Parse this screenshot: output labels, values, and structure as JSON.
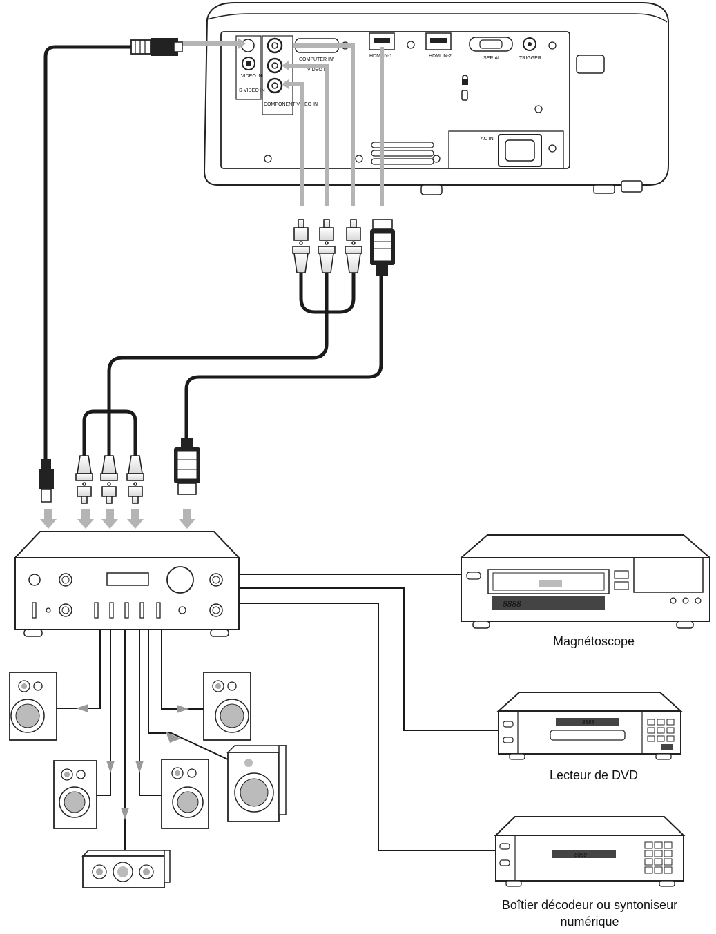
{
  "projector_ports": {
    "s_video_in": "S-VIDEO IN",
    "video_in": "VIDEO IN",
    "component_video_in": "COMPONENT VIDEO IN",
    "computer_in": "COMPUTER IN/",
    "component_sub": "VIDEO IN",
    "hdmi_in_1": "HDMI IN-1",
    "hdmi_in_2": "HDMI IN-2",
    "serial": "SERIAL",
    "trigger": "TRIGGER",
    "ac_in": "AC IN"
  },
  "devices": {
    "vcr_label": "Magnétoscope",
    "dvd_label": "Lecteur de DVD",
    "settop_label_line1": "Boîtier décodeur ou syntoniseur",
    "settop_label_line2": "numérique",
    "vcr_display": "8888",
    "dvd_display": "8888",
    "settop_display": "8888"
  }
}
